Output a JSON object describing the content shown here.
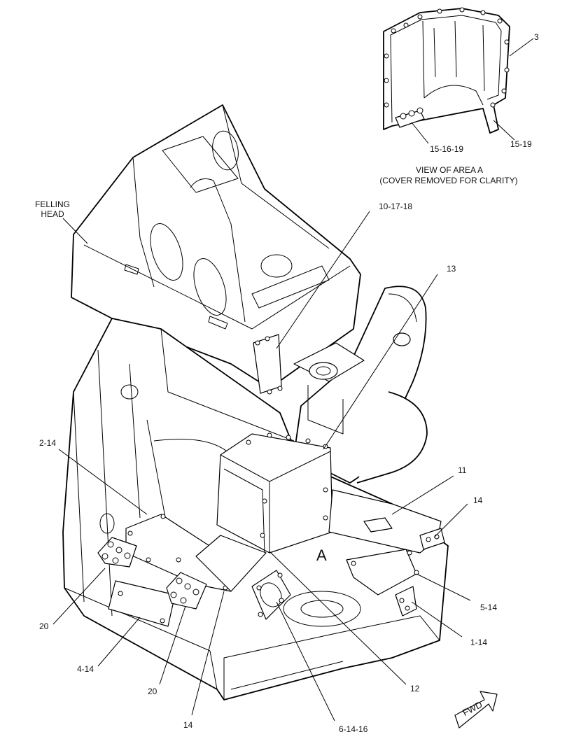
{
  "callouts": {
    "c3": "3",
    "c15_16_19": "15-16-19",
    "c15_19": "15-19",
    "view_title": "VIEW OF AREA A",
    "view_subtitle": "(COVER REMOVED FOR CLARITY)",
    "felling_head_1": "FELLING",
    "felling_head_2": "HEAD",
    "c10_17_18": "10-17-18",
    "c13": "13",
    "c2_14": "2-14",
    "c11": "11",
    "c14_right": "14",
    "area_a": "A",
    "c5_14": "5-14",
    "c1_14": "1-14",
    "c20_left": "20",
    "c4_14": "4-14",
    "c20_center": "20",
    "c14_bottom": "14",
    "c12": "12",
    "c6_14_16": "6-14-16",
    "fwd": "FWD"
  }
}
